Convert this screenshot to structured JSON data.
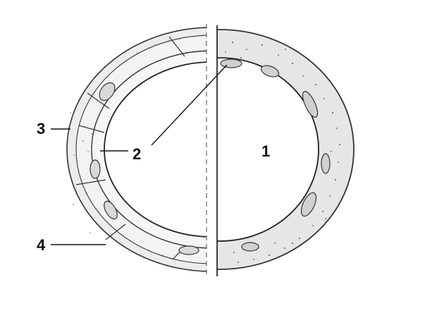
{
  "diagram": {
    "labels": {
      "lumen": "1",
      "nucleus": "2",
      "outer_layer": "3",
      "cell_membrane": "4"
    }
  }
}
